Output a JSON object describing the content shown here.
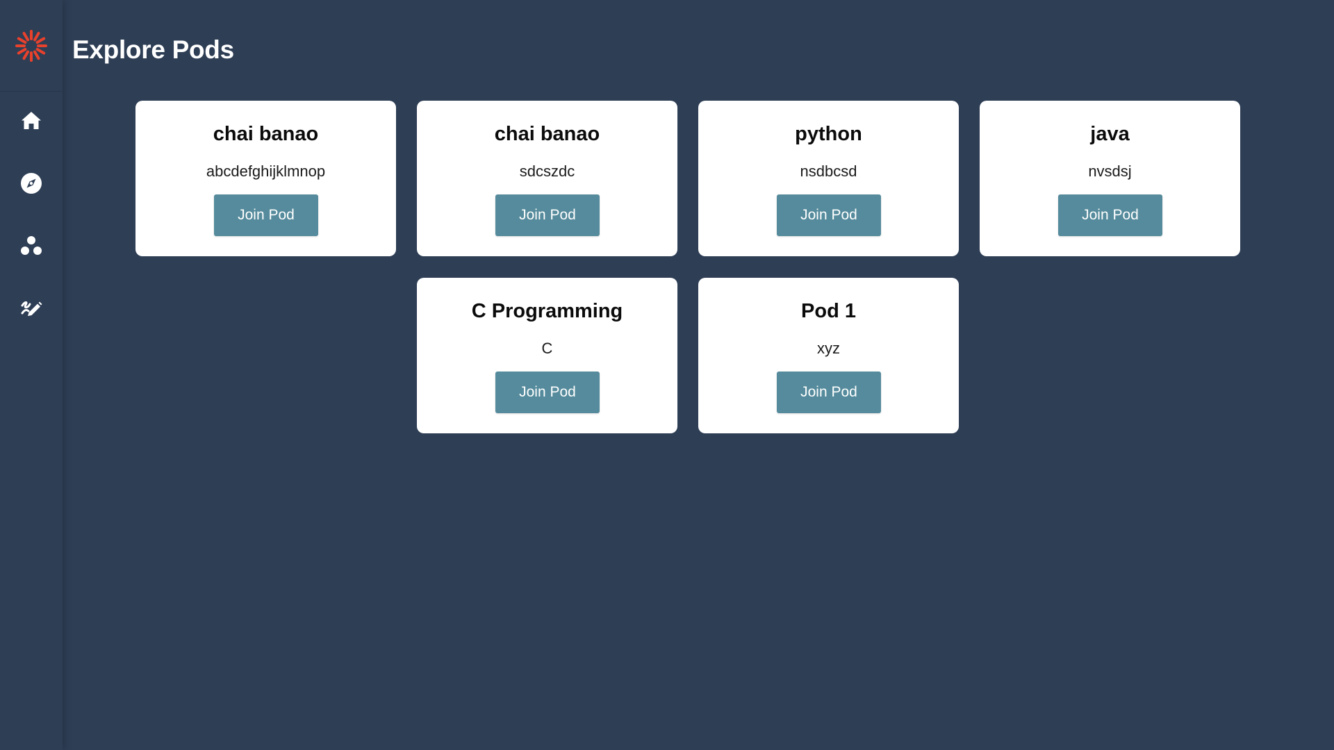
{
  "header": {
    "title": "Explore Pods"
  },
  "sidebar": {
    "logo": "sun-logo-icon",
    "items": [
      {
        "icon": "home-icon"
      },
      {
        "icon": "compass-icon"
      },
      {
        "icon": "pods-icon"
      },
      {
        "icon": "edit-icon"
      }
    ]
  },
  "colors": {
    "background": "#2e3e55",
    "card": "#ffffff",
    "button": "#558b9c",
    "logo": "#e8412c"
  },
  "pods": [
    {
      "name": "chai banao",
      "description": "abcdefghijklmnop",
      "button_label": "Join Pod"
    },
    {
      "name": "chai banao",
      "description": "sdcszdc",
      "button_label": "Join Pod"
    },
    {
      "name": "python",
      "description": "nsdbcsd",
      "button_label": "Join Pod"
    },
    {
      "name": "java",
      "description": "nvsdsj",
      "button_label": "Join Pod"
    },
    {
      "name": "C Programming",
      "description": "C",
      "button_label": "Join Pod"
    },
    {
      "name": "Pod 1",
      "description": "xyz",
      "button_label": "Join Pod"
    }
  ]
}
